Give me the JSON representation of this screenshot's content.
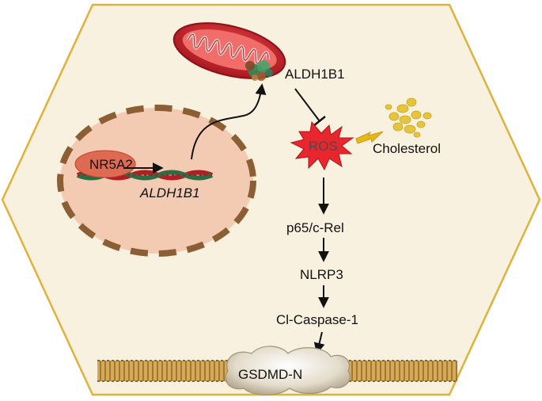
{
  "labels": {
    "nr5a2": "NR5A2",
    "gene": "ALDH1B1",
    "protein": "ALDH1B1",
    "ros": "ROS",
    "cholesterol": "Cholesterol",
    "p65": "p65/c-Rel",
    "nlrp3": "NLRP3",
    "caspase": "Cl-Caspase-1",
    "gsdmd": "GSDMD-N"
  },
  "colors": {
    "cell_fill": "#f8f1df",
    "cell_outline": "#e0b23a",
    "nucleus_fill": "#f2cbb2",
    "nucleus_dash": "#8b5e34",
    "nr5a2_fill": "#de6a52",
    "dna_red": "#b01f23",
    "dna_green": "#2e6d44",
    "mito_outer": "#d3232a",
    "ros_fill": "#e8262d",
    "cholesterol_dot": "#e6c53a",
    "cholesterol_arrow": "#e7b81a",
    "membrane": "#c9963c",
    "gsdmd_fill": "#ddd4c1"
  }
}
